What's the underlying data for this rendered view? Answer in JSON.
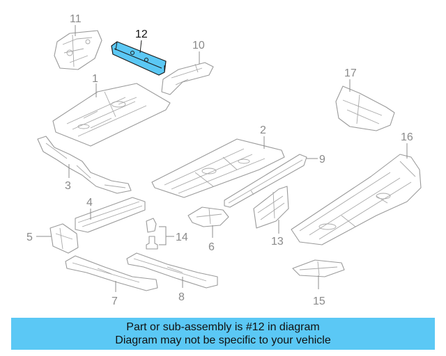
{
  "callouts": {
    "c1": "1",
    "c2": "2",
    "c3": "3",
    "c4": "4",
    "c5": "5",
    "c6": "6",
    "c7": "7",
    "c8": "8",
    "c9": "9",
    "c10": "10",
    "c11": "11",
    "c12": "12",
    "c13": "13",
    "c14": "14",
    "c15": "15",
    "c16": "16",
    "c17": "17"
  },
  "highlighted_part": "12",
  "colors": {
    "highlight": "#5bc8f5",
    "banner": "#5bc8f5",
    "line": "#9a9a9a"
  },
  "banner": {
    "line1": "Part or sub-assembly is #12 in diagram",
    "line2": "Diagram may not be specific to your vehicle"
  }
}
